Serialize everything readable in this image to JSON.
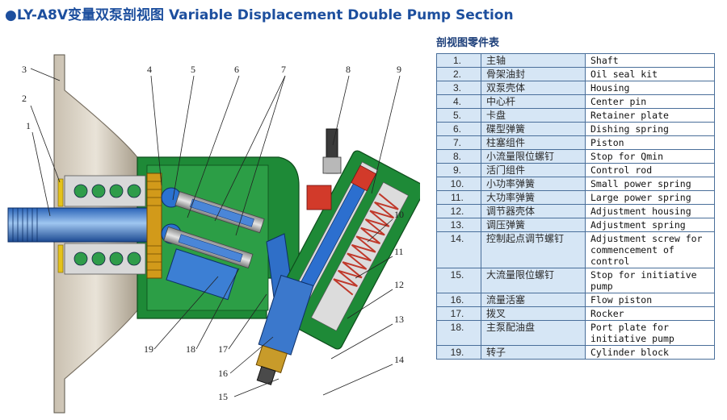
{
  "title": "●LY-A8V变量双泵剖视图 Variable Displacement Double Pump  Section",
  "table_title": "剖视图零件表",
  "callouts": [
    "1",
    "2",
    "3",
    "4",
    "5",
    "6",
    "7",
    "8",
    "9",
    "10",
    "11",
    "12",
    "13",
    "14",
    "15",
    "16",
    "17",
    "18",
    "19"
  ],
  "parts": [
    {
      "num": "1.",
      "cn": "主轴",
      "en": "Shaft"
    },
    {
      "num": "2.",
      "cn": "骨架油封",
      "en": "Oil seal kit"
    },
    {
      "num": "3.",
      "cn": "双泵壳体",
      "en": "Housing"
    },
    {
      "num": "4.",
      "cn": "中心杆",
      "en": "Center pin"
    },
    {
      "num": "5.",
      "cn": "卡盘",
      "en": "Retainer plate"
    },
    {
      "num": "6.",
      "cn": "碟型弹簧",
      "en": "Dishing spring"
    },
    {
      "num": "7.",
      "cn": "柱塞组件",
      "en": "Piston"
    },
    {
      "num": "8.",
      "cn": "小流量限位螺钉",
      "en": "Stop for Qmin"
    },
    {
      "num": "9.",
      "cn": "活门组件",
      "en": "Control rod"
    },
    {
      "num": "10.",
      "cn": "小功率弹簧",
      "en": "Small power spring"
    },
    {
      "num": "11.",
      "cn": "大功率弹簧",
      "en": "Large power spring"
    },
    {
      "num": "12.",
      "cn": "调节器壳体",
      "en": "Adjustment housing"
    },
    {
      "num": "13.",
      "cn": "调压弹簧",
      "en": "Adjustment spring"
    },
    {
      "num": "14.",
      "cn": "控制起点调节螺钉",
      "en": "Adjustment screw for commencement of control"
    },
    {
      "num": "15.",
      "cn": "大流量限位螺钉",
      "en": "Stop for initiative pump"
    },
    {
      "num": "16.",
      "cn": "流量活塞",
      "en": "Flow piston"
    },
    {
      "num": "17.",
      "cn": "拨叉",
      "en": "Rocker"
    },
    {
      "num": "18.",
      "cn": "主泵配油盘",
      "en": "Port plate for initiative pump"
    },
    {
      "num": "19.",
      "cn": "转子",
      "en": "Cylinder block"
    }
  ]
}
